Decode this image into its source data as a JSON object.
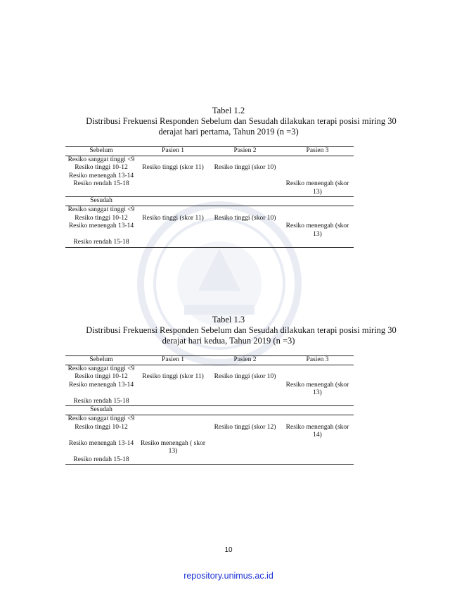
{
  "table1": {
    "title": "Tabel 1.2",
    "desc_line1": "Distribusi Frekuensi  Responden Sebelum dan Sesudah dilakukan terapi posisi miring 30",
    "desc_line2": "derajat hari pertama,  Tahun 2019 (n =3)",
    "headers": [
      "Sebelum",
      "Pasien 1",
      "Pasien 2",
      "Pasien 3"
    ],
    "section2": "Sesudah",
    "before": {
      "r1": "Resiko sanggat tinggi <9",
      "r2": "Resiko tinggi 10-12",
      "r3": "Resiko menengah 13-14",
      "r4": "Resiko rendah 15-18",
      "p1_r2": "Resiko tinggi (skor 11)",
      "p2_r2": "Resiko tinggi (skor 10)",
      "p3_r4": "Resiko menengah (skor 13)"
    },
    "after": {
      "r1": "Resiko sanggat tinggi <9",
      "r2": "Resiko tinggi 10-12",
      "r3": "Resiko menengah 13-14",
      "r4": "Resiko rendah 15-18",
      "p1_r2": "Resiko tinggi (skor 11)",
      "p2_r2": "Resiko tinggi (skor 10)",
      "p3_r3": "Resiko menengah (skor 13)"
    }
  },
  "table2": {
    "title": "Tabel 1.3",
    "desc_line1": "Distribusi Frekuensi  Responden Sebelum dan Sesudah dilakukan terapi posisi miring 30",
    "desc_line2": "derajat hari kedua,  Tahun 2019 (n =3)",
    "headers": [
      "Sebelum",
      "Pasien 1",
      "Pasien 2",
      "Pasien 3"
    ],
    "section2": "Sesudah",
    "before": {
      "r1": "Resiko sanggat tinggi <9",
      "r2": "Resiko tinggi 10-12",
      "r3": "Resiko menengah 13-14",
      "r4": "Resiko rendah 15-18",
      "p1_r2": "Resiko tinggi (skor 11)",
      "p2_r2": "Resiko tinggi (skor 10)",
      "p3_r3": "Resiko menengah (skor 13)"
    },
    "after": {
      "r1": "Resiko sanggat tinggi <9",
      "r2": "Resiko tinggi 10-12",
      "r3": "Resiko menengah 13-14",
      "r4": "Resiko rendah 15-18",
      "p1_r3": "Resiko menengah ( skor 13)",
      "p2_r2": "Resiko tinggi (skor 12)",
      "p3_r2": "Resiko menengah (skor 14)"
    }
  },
  "page_number": "10",
  "footer_link": "repository.unimus.ac.id",
  "colors": {
    "link": "#1a2fd6",
    "text": "#111111"
  }
}
